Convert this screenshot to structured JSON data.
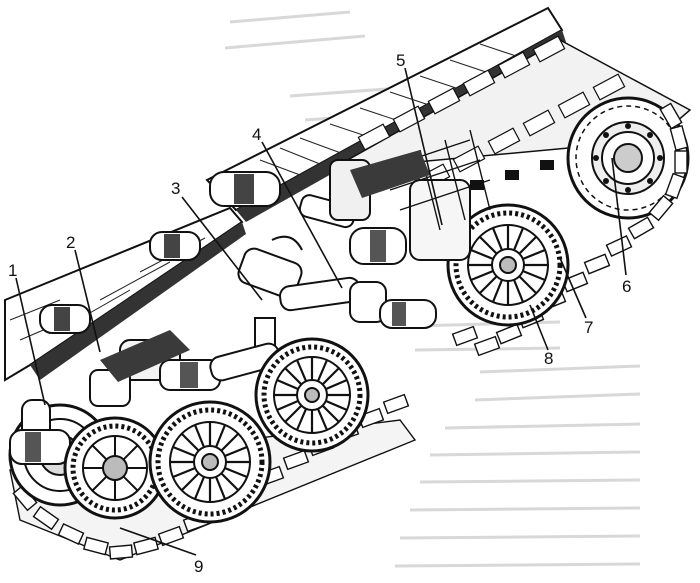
{
  "figure": {
    "callouts": [
      {
        "id": "c1",
        "label": "1"
      },
      {
        "id": "c2",
        "label": "2"
      },
      {
        "id": "c3",
        "label": "3"
      },
      {
        "id": "c4",
        "label": "4"
      },
      {
        "id": "c5",
        "label": "5"
      },
      {
        "id": "c6",
        "label": "6"
      },
      {
        "id": "c7",
        "label": "7"
      },
      {
        "id": "c8",
        "label": "8"
      },
      {
        "id": "c9",
        "label": "9"
      }
    ]
  },
  "colors": {
    "ink": "#111111",
    "paper": "#ffffff",
    "shade": "#3a3a3a"
  }
}
